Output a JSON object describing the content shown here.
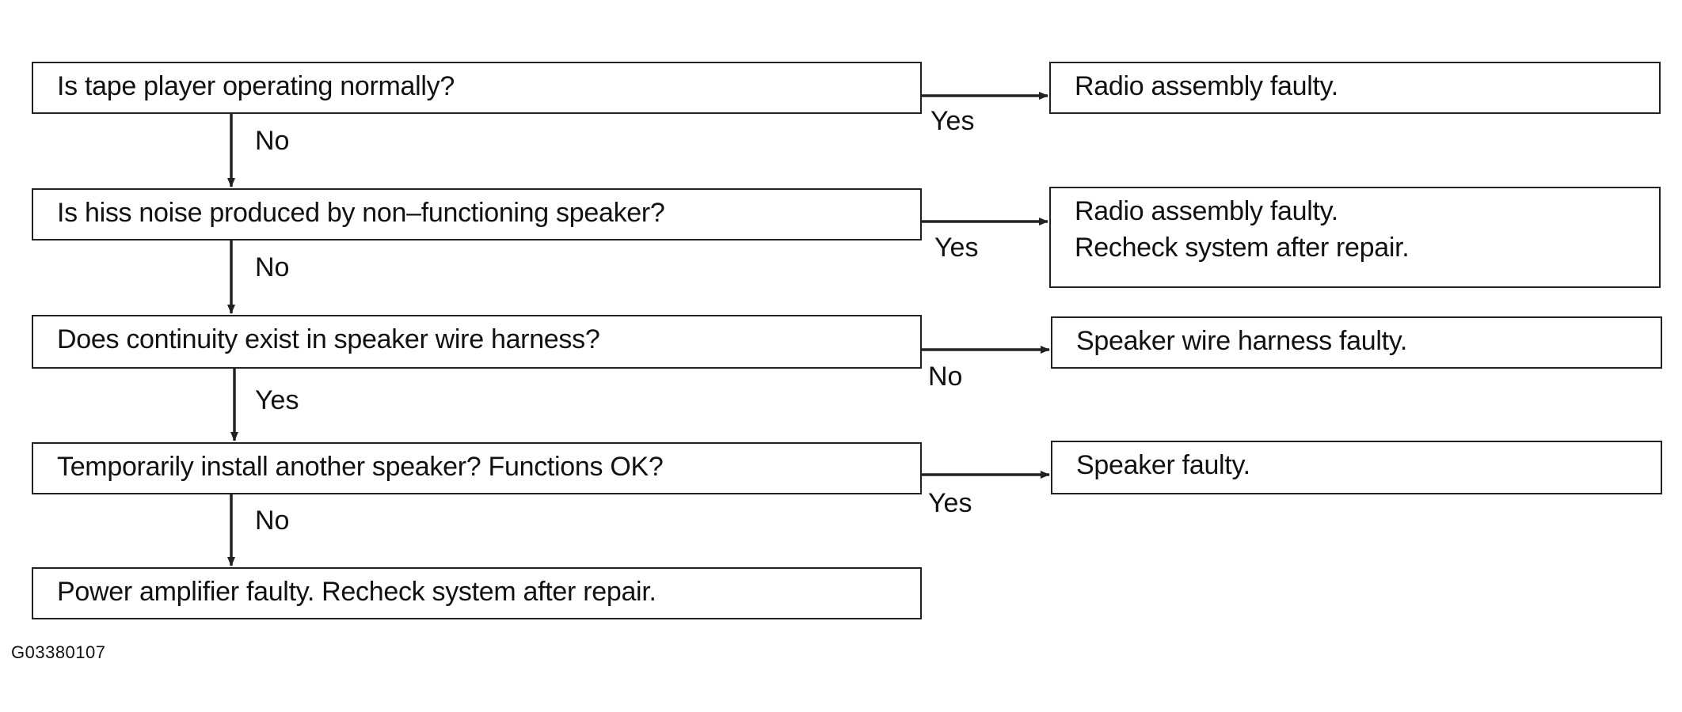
{
  "questions": [
    "Is tape player operating normally?",
    "Is hiss noise produced by non–functioning speaker?",
    "Does continuity exist in speaker wire harness?",
    "Temporarily install another speaker? Functions OK?",
    "Power amplifier faulty. Recheck system after repair."
  ],
  "results": [
    [
      "Radio assembly faulty."
    ],
    [
      "Radio assembly faulty.",
      "Recheck system after repair."
    ],
    [
      "Speaker wire harness faulty."
    ],
    [
      "Speaker faulty."
    ]
  ],
  "down_labels": [
    "No",
    "No",
    "Yes",
    "No"
  ],
  "right_labels": [
    "Yes",
    "Yes",
    "No",
    "Yes"
  ],
  "figure_code": "G03380107"
}
